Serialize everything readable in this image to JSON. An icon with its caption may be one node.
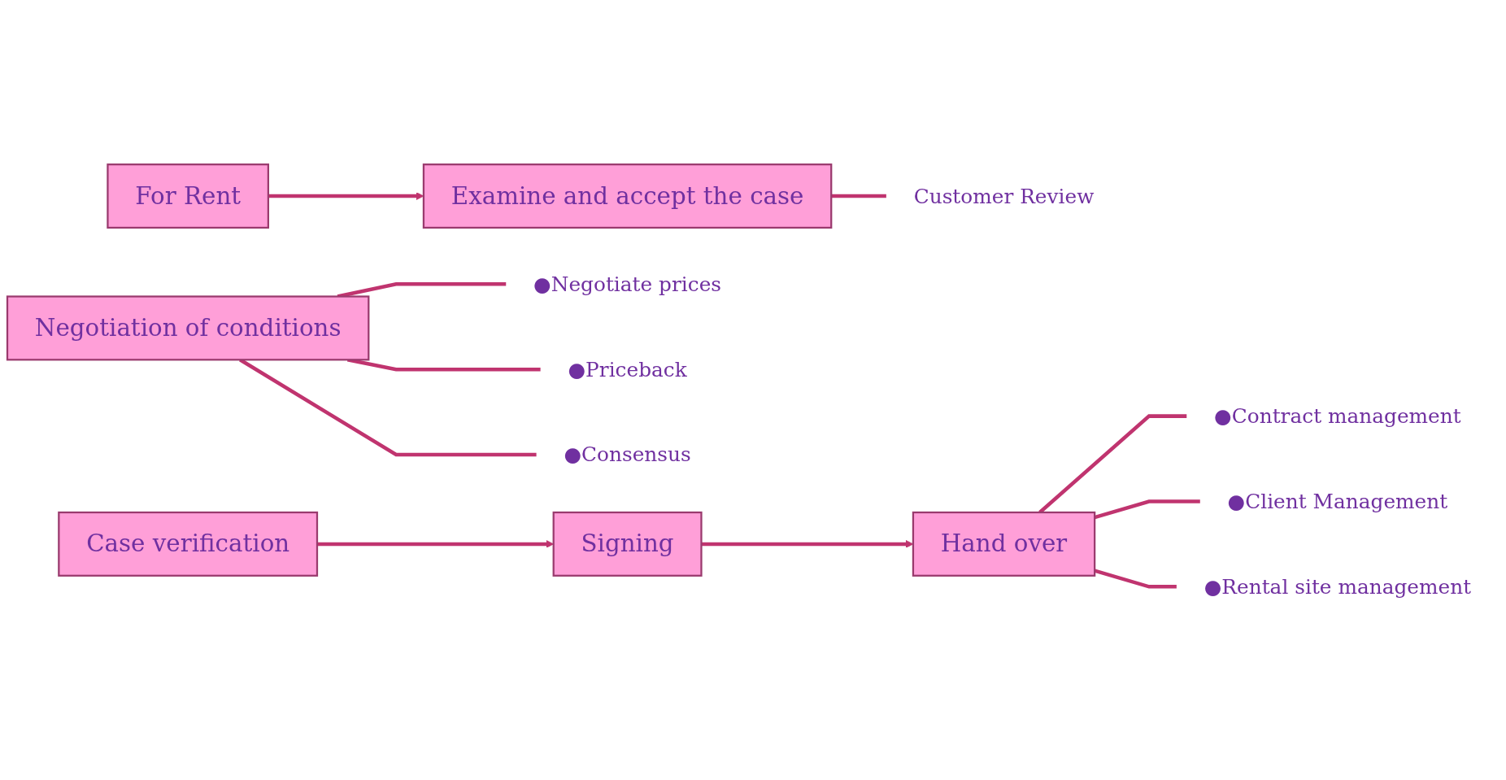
{
  "diagram": {
    "nodes": [
      {
        "text": [
          "For Rent"
        ]
      },
      {
        "text": [
          "Examine and accept the case"
        ]
      },
      {
        "text": [
          "Customer Review"
        ]
      },
      {
        "text": [
          "Negotiation of conditions"
        ]
      },
      {
        "text": [
          "●Negotiate prices"
        ]
      },
      {
        "text": [
          "●Priceback"
        ]
      },
      {
        "text": [
          "●Consensus"
        ]
      },
      {
        "text": [
          "Case verification"
        ]
      },
      {
        "text": [
          "Signing"
        ]
      },
      {
        "text": [
          "Hand over"
        ]
      },
      {
        "text": [
          "●Contract management"
        ]
      },
      {
        "text": [
          "●Client Management"
        ]
      },
      {
        "text": [
          "●Rental site management"
        ]
      }
    ],
    "edges": [
      {
        "from": 0,
        "to": 1,
        "arrow": "to"
      },
      {
        "from": 1,
        "to": 2,
        "arrow": "none"
      },
      {
        "from": 3,
        "to": 4,
        "arrow": "none"
      },
      {
        "from": 3,
        "to": 5,
        "arrow": "none"
      },
      {
        "from": 3,
        "to": 6,
        "arrow": "none"
      },
      {
        "from": 7,
        "to": 8,
        "arrow": "to"
      },
      {
        "from": 8,
        "to": 9,
        "arrow": "to"
      },
      {
        "from": 9,
        "to": 10,
        "arrow": "none"
      },
      {
        "from": 9,
        "to": 11,
        "arrow": "none"
      },
      {
        "from": 9,
        "to": 12,
        "arrow": "none"
      }
    ]
  }
}
